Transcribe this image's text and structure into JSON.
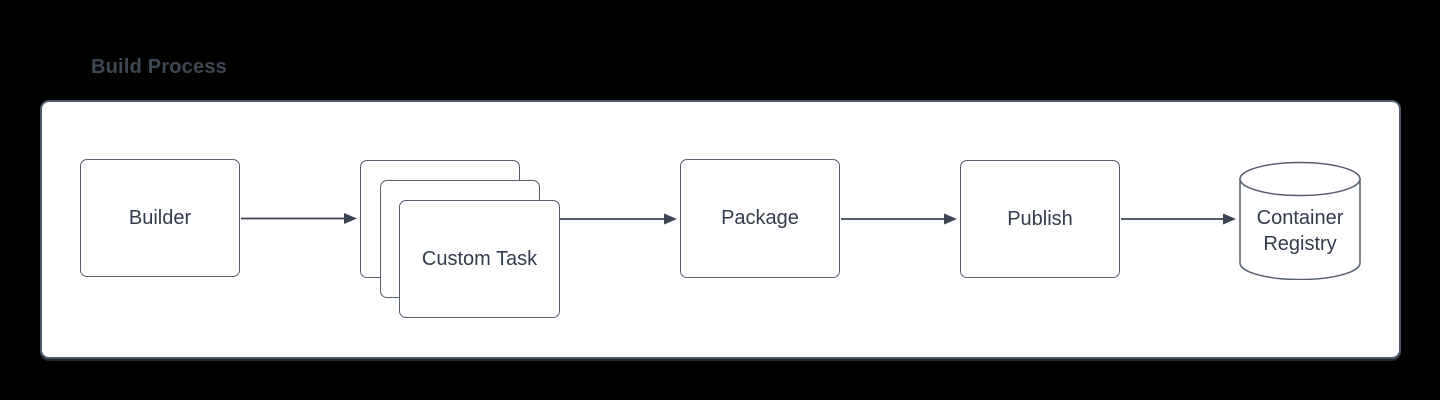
{
  "page": {
    "background_color": "#000000",
    "canvas_color": "#ffffff"
  },
  "diagram": {
    "title": "Build Process",
    "nodes": [
      {
        "id": "builder",
        "label": "Builder",
        "shape": "rounded-rectangle"
      },
      {
        "id": "custom-task",
        "label": "Custom Task",
        "shape": "stacked-rounded-rectangles",
        "stack_count": 3
      },
      {
        "id": "package",
        "label": "Package",
        "shape": "rounded-rectangle"
      },
      {
        "id": "publish",
        "label": "Publish",
        "shape": "rounded-rectangle"
      },
      {
        "id": "container-registry",
        "label": "Container Registry",
        "shape": "cylinder"
      }
    ],
    "edges": [
      {
        "from": "builder",
        "to": "custom-task",
        "arrow": "right"
      },
      {
        "from": "custom-task",
        "to": "package",
        "arrow": "right"
      },
      {
        "from": "package",
        "to": "publish",
        "arrow": "right"
      },
      {
        "from": "publish",
        "to": "container-registry",
        "arrow": "right"
      }
    ]
  },
  "colors": {
    "title_text": "#3e4854",
    "node_border": "#545e6c",
    "node_text": "#323c4c",
    "edge_stroke": "#3a4452",
    "frame_border": "#4d596a"
  }
}
